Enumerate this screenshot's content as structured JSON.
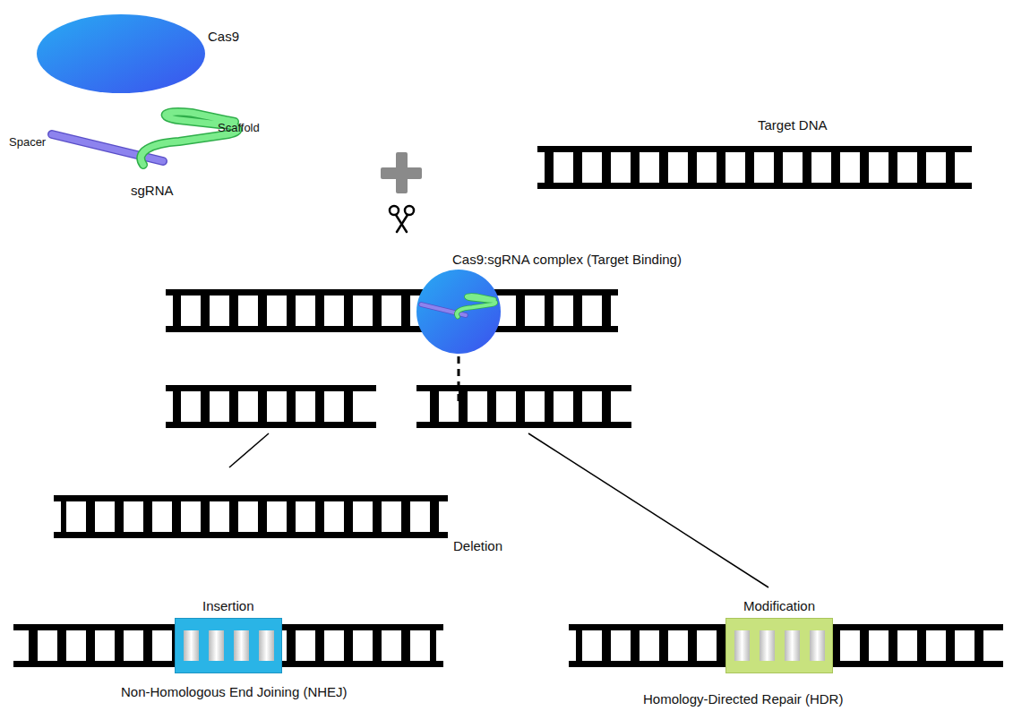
{
  "diagram": {
    "nodes": [
      {
        "text": [
          "Cas9"
        ]
      },
      {
        "text": [
          "Cas9:sgRNA complex (Target Binding)"
        ]
      },
      {
        "text": [
          "Insertion"
        ]
      },
      {
        "text": [
          "Modification"
        ]
      }
    ],
    "labels": [
      "Scaffold",
      "Spacer",
      "sgRNA",
      "Target DNA",
      "Deletion",
      "Non-Homologous End Joining (NHEJ)",
      "Homology-Directed Repair (HDR)"
    ]
  }
}
